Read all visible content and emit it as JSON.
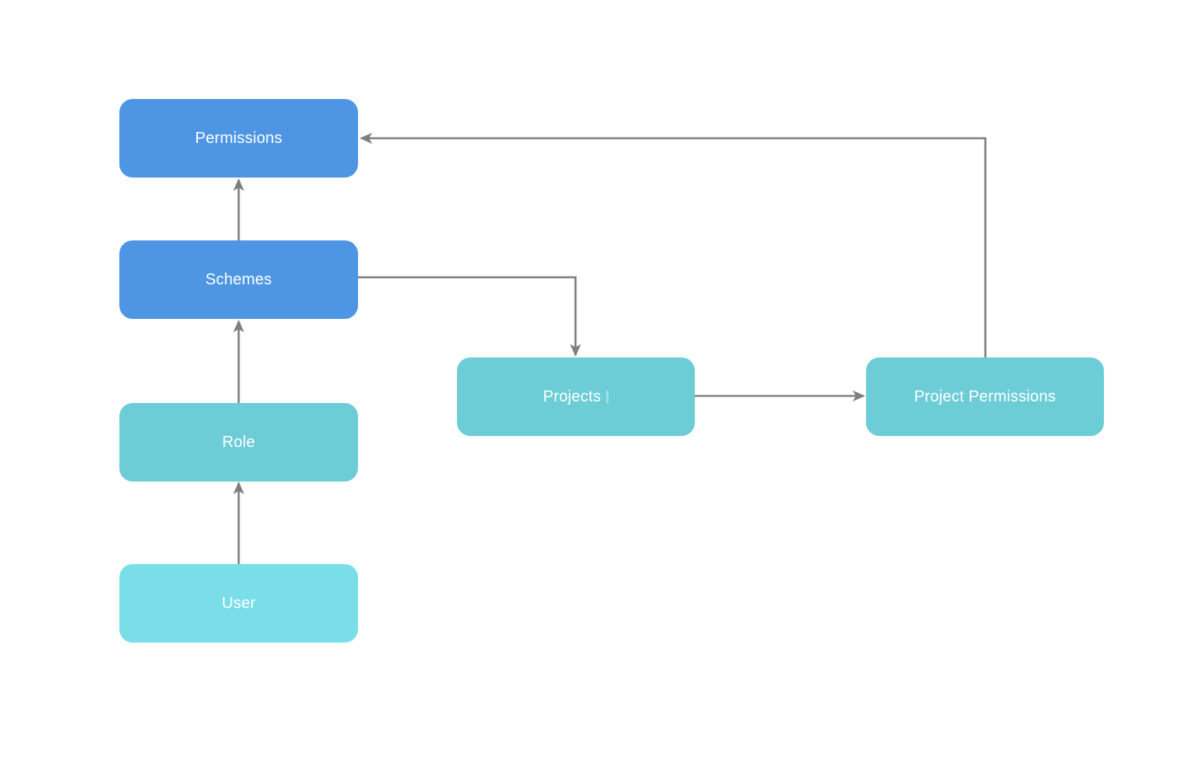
{
  "diagram": {
    "type": "flowchart",
    "nodes": [
      {
        "id": "permissions",
        "label": "Permissions",
        "fill": "#4e96e3"
      },
      {
        "id": "schemes",
        "label": "Schemes",
        "fill": "#4e96e3"
      },
      {
        "id": "role",
        "label": "Role",
        "fill": "#6ccdd6"
      },
      {
        "id": "user",
        "label": "User",
        "fill": "#7adee8"
      },
      {
        "id": "projects",
        "label": "Projects",
        "fill": "#6ccdd6"
      },
      {
        "id": "project_permissions",
        "label": "Project Permissions",
        "fill": "#6ccdd6"
      }
    ],
    "edges": [
      {
        "from": "user",
        "to": "role",
        "route": "straight-up"
      },
      {
        "from": "role",
        "to": "schemes",
        "route": "straight-up"
      },
      {
        "from": "schemes",
        "to": "permissions",
        "route": "straight-up"
      },
      {
        "from": "schemes",
        "to": "projects",
        "route": "right-then-down"
      },
      {
        "from": "projects",
        "to": "project_permissions",
        "route": "straight-right"
      },
      {
        "from": "project_permissions",
        "to": "permissions",
        "route": "up-then-left"
      }
    ],
    "colors": {
      "background": "#ffffff",
      "arrow": "#7f7f7f",
      "node_text": "#ffffff",
      "blue_node": "#4e96e3",
      "teal_node": "#6ccdd6",
      "cyan_node": "#7adee8"
    }
  }
}
